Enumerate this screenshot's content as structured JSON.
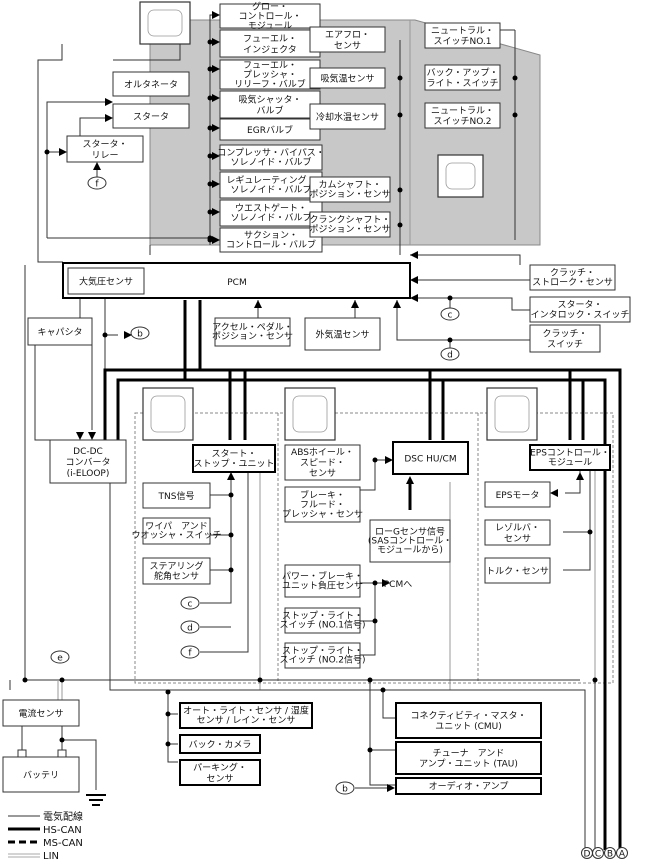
{
  "engine_side": {
    "actuators": [
      [
        "グロー・",
        "コントロール・",
        "モジュール"
      ],
      [
        "フューエル・",
        "インジェクタ"
      ],
      [
        "フューエル・",
        "プレッシャ・",
        "リリーフ・バルブ"
      ],
      [
        "吸気シャッタ・",
        "バルブ"
      ],
      [
        "EGRバルブ"
      ],
      [
        "コンプレッサ・バイパス・",
        "ソレノイド・バルブ"
      ],
      [
        "レギュレーティング・",
        "ソレノイド・バルブ"
      ],
      [
        "ウエストゲート・",
        "ソレノイド・バルブ"
      ],
      [
        "サクション・",
        "コントロール・バルブ"
      ]
    ],
    "sensors": [
      [
        "エアフロ・",
        "センサ"
      ],
      [
        "吸気温センサ"
      ],
      [
        "冷却水温センサ"
      ],
      [
        "カムシャフト・",
        "ポジション・センサ"
      ],
      [
        "クランクシャフト・",
        "ポジション・センサ"
      ]
    ],
    "transmission_switches": [
      [
        "ニュートラル・",
        "スイッチNO.1"
      ],
      [
        "バック・アップ・",
        "ライト・スイッチ"
      ],
      [
        "ニュートラル・",
        "スイッチNO.2"
      ]
    ],
    "alternator": "オルタネータ",
    "starter": "スタータ",
    "starter_relay": [
      "スタータ・",
      "リレー"
    ]
  },
  "pcm": {
    "label": "PCM",
    "baro_sensor": "大気圧センサ",
    "inputs_right": [
      [
        "クラッチ・",
        "ストローク・センサ"
      ],
      [
        "スタータ・",
        "インタロック・スイッチ"
      ],
      [
        "クラッチ・",
        "スイッチ"
      ]
    ],
    "accel_sensor": [
      "アクセル・ペダル・",
      "ポジション・センサ"
    ],
    "ambient_sensor": "外気温センサ"
  },
  "capacitor": "キャパシタ",
  "dcdc": [
    "DC-DC",
    "コンバータ",
    "(i-ELOOP)"
  ],
  "start_stop": {
    "unit": [
      "スタート・",
      "ストップ・ユニット"
    ],
    "inputs": [
      [
        "TNS信号"
      ],
      [
        "ワイパ　アンド",
        "ウオッシャ・スイッチ"
      ],
      [
        "ステアリング",
        "舵角センサ"
      ]
    ]
  },
  "dsc": {
    "unit": "DSC HU/CM",
    "inputs": [
      [
        "ABSホイール・",
        "スピード・",
        "センサ"
      ],
      [
        "ブレーキ・",
        "フルード・",
        "プレッシャ・センサ"
      ]
    ],
    "g_sensor": [
      "ローGセンサ信号",
      "(SASコントロール・",
      "モジュールから)"
    ],
    "brake_inputs": [
      [
        "パワー・ブレーキ・",
        "ユニット負圧センサ"
      ],
      [
        "ストップ・ライト・",
        "スイッチ (NO.1信号)"
      ],
      [
        "ストップ・ライト・",
        "スイッチ (NO.2信号)"
      ]
    ],
    "to_pcm": "PCMへ"
  },
  "eps": {
    "unit": [
      "EPSコントロール・",
      "モジュール"
    ],
    "motor": "EPSモータ",
    "inputs": [
      [
        "レゾルバ・",
        "センサ"
      ],
      [
        "トルク・センサ"
      ]
    ]
  },
  "power": {
    "current_sensor": "電流センサ",
    "battery": "バッテリ"
  },
  "body_modules": [
    [
      "オート・ライト・センサ / 湿度",
      "センサ / レイン・センサ"
    ],
    [
      "バック・カメラ"
    ],
    [
      "パーキング・",
      "センサ"
    ]
  ],
  "infotainment": [
    [
      "コネクティビティ・マスタ・",
      "ユニット (CMU)"
    ],
    [
      "チューナ　アンド",
      "アンプ・ユニット (TAU)"
    ],
    [
      "オーディオ・アンプ"
    ]
  ],
  "connectors": {
    "b": "b",
    "c": "c",
    "d": "d",
    "e": "e",
    "f": "f"
  },
  "edge_connectors": [
    "D",
    "C",
    "B",
    "A"
  ],
  "legend": [
    {
      "style": "thin",
      "label": "電気配線"
    },
    {
      "style": "thick",
      "label": "HS-CAN"
    },
    {
      "style": "dashed",
      "label": "MS-CAN"
    },
    {
      "style": "double",
      "label": "LIN"
    }
  ]
}
